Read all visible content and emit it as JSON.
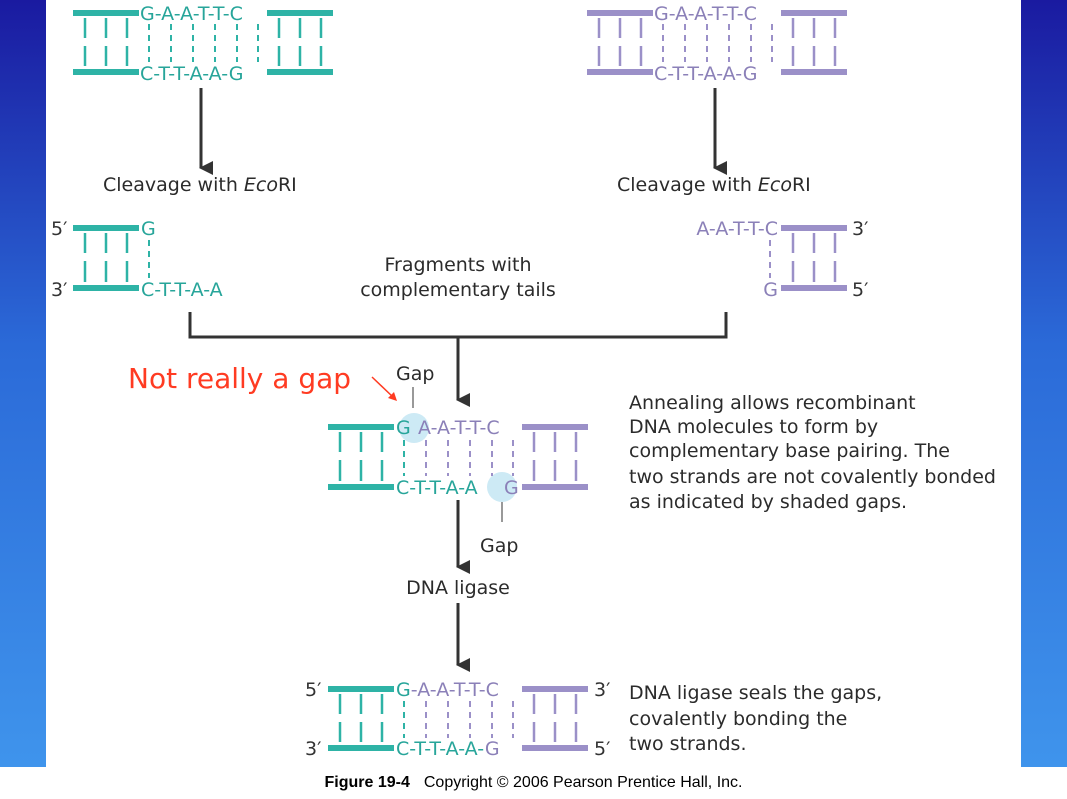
{
  "sequences": {
    "top": "G-A-A-T-T-C",
    "bottom": "C-T-T-A-A-G",
    "frag_left_top": "G",
    "frag_left_bottom": "C-T-T-A-A",
    "frag_right_top": "A-A-T-T-C",
    "frag_right_bottom": "G",
    "anneal_top_g": "G",
    "anneal_top_rest": "A-A-T-T-C",
    "anneal_bottom_rest": "C-T-T-A-A",
    "anneal_bottom_g": "G"
  },
  "labels": {
    "cleavage_prefix": "Cleavage with ",
    "cleavage_enzyme_italic": "Eco",
    "cleavage_enzyme_rest": "RI",
    "fragments_line1": "Fragments with",
    "fragments_line2": "complementary tails",
    "gap": "Gap",
    "dna_ligase": "DNA ligase",
    "five_prime": "5′",
    "three_prime": "3′"
  },
  "annotation": {
    "text": "Not really a gap"
  },
  "descriptions": {
    "annealing": [
      "Annealing allows recombinant",
      "DNA molecules to form by",
      "complementary base pairing. The",
      "two strands are not covalently bonded",
      "as indicated by shaded gaps."
    ],
    "ligase": [
      "DNA ligase seals the gaps,",
      "covalently bonding the",
      "two strands."
    ]
  },
  "caption": {
    "figure": "Figure 19-4",
    "copyright": "Copyright © 2006 Pearson Prentice Hall, Inc."
  },
  "colors": {
    "green_strand": "#2eb3a6",
    "purple_strand": "#9b90c8",
    "annotation": "#ff3b22",
    "background_blue": "#2b6ad8"
  }
}
